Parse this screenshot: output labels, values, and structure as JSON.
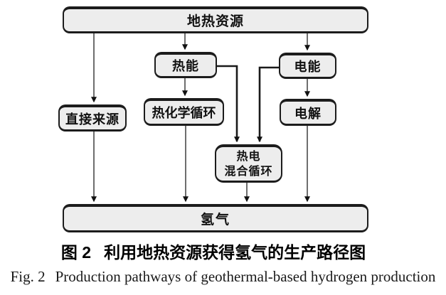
{
  "diagram": {
    "nodes": {
      "geothermal": {
        "label": "地热资源"
      },
      "thermal": {
        "label": "热能"
      },
      "electric": {
        "label": "电能"
      },
      "direct": {
        "label": "直接来源"
      },
      "thermochemical": {
        "label": "热化学循环"
      },
      "electrolysis": {
        "label": "电解"
      },
      "hybrid": {
        "label": "热电\n混合循环"
      },
      "hydrogen": {
        "label": "氢气"
      }
    },
    "edges": [
      {
        "from": "地热资源",
        "to": "直接来源"
      },
      {
        "from": "地热资源",
        "to": "热能"
      },
      {
        "from": "地热资源",
        "to": "电能"
      },
      {
        "from": "热能",
        "to": "热化学循环"
      },
      {
        "from": "热能",
        "to": "热电混合循环"
      },
      {
        "from": "电能",
        "to": "热电混合循环"
      },
      {
        "from": "电能",
        "to": "电解"
      },
      {
        "from": "直接来源",
        "to": "氢气"
      },
      {
        "from": "热化学循环",
        "to": "氢气"
      },
      {
        "from": "热电混合循环",
        "to": "氢气"
      },
      {
        "from": "电解",
        "to": "氢气"
      }
    ],
    "colors": {
      "box_fill": "#ededed",
      "box_border": "#1c1c1c",
      "thin_line": "#4a4a4a",
      "thick_line": "#1a1a1a",
      "arrowhead": "#111111"
    }
  },
  "caption": {
    "zh_prefix": "图 2",
    "zh_text": "利用地热资源获得氢气的生产路径图",
    "en_prefix": "Fig. 2",
    "en_text": "Production pathways of geothermal-based hydrogen production"
  }
}
